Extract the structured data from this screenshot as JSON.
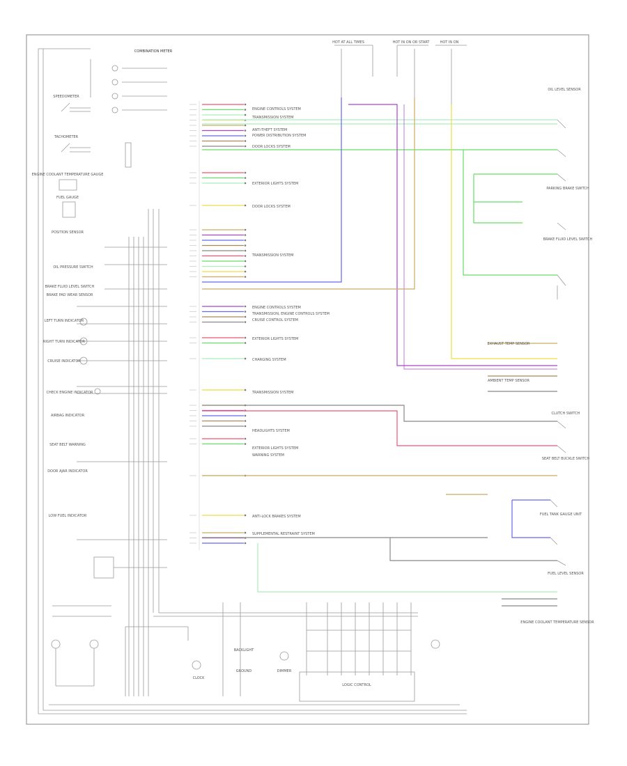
{
  "diagram": {
    "title": "",
    "header_label": "COMBINATION METER",
    "left_components": [
      "SPEEDOMETER",
      "TACHOMETER",
      "ENGINE COOLANT TEMPERATURE GAUGE",
      "FUEL GAUGE",
      "POSITION SENSOR",
      "OIL PRESSURE SWITCH",
      "BRAKE FLUID LEVEL SWITCH",
      "BRAKE PAD WEAR SENSOR",
      "LEFT TURN INDICATOR",
      "RIGHT TURN INDICATOR",
      "CRUISE INDICATOR",
      "CHECK ENGINE INDICATOR",
      "AIRBAG INDICATOR",
      "SEAT BELT WARNING",
      "DOOR AJAR INDICATOR",
      "LOW FUEL INDICATOR"
    ],
    "center_systems": [
      "ENGINE CONTROLS SYSTEM",
      "TRANSMISSION SYSTEM",
      "ANTI-THEFT SYSTEM",
      "POWER DISTRIBUTION SYSTEM",
      "DOOR LOCKS SYSTEM",
      "EXTERIOR LIGHTS SYSTEM",
      "DOOR LOCKS SYSTEM",
      "TRANSMISSION SYSTEM",
      "ENGINE CONTROLS SYSTEM",
      "TRANSMISSION, ENGINE CONTROLS SYSTEM",
      "CRUISE CONTROL SYSTEM",
      "EXTERIOR LIGHTS SYSTEM",
      "CHARGING SYSTEM",
      "TRANSMISSION SYSTEM",
      "HEADLIGHTS SYSTEM",
      "EXTERIOR LIGHTS SYSTEM",
      "WARNING SYSTEM",
      "ANTI-LOCK BRAKES SYSTEM",
      "SUPPLEMENTAL RESTRAINT SYSTEM"
    ],
    "top_power": [
      "HOT AT ALL TIMES",
      "HOT IN ON OR START",
      "HOT IN ON"
    ],
    "right_components": [
      "OIL LEVEL SENSOR",
      "PARKING BRAKE SWITCH",
      "BRAKE FLUID LEVEL SWITCH",
      "CLUTCH SWITCH",
      "SEAT BELT BUCKLE SWITCH",
      "FUEL LEVEL SENSOR",
      "EXHAUST TEMP SENSOR",
      "AMBIENT TEMP SENSOR",
      "FUEL TANK GAUGE UNIT",
      "ENGINE COOLANT TEMPERATURE SENSOR"
    ],
    "bottom_labels": [
      "LOGIC CONTROL",
      "BACKLIGHT",
      "GROUND",
      "CLOCK",
      "DIMMER"
    ],
    "footer_code": "",
    "colors": {
      "wire_green": "#66dd66",
      "wire_lightgreen": "#aaeebb",
      "wire_blue": "#6666ee",
      "wire_purple": "#aa44cc",
      "wire_pink": "#ee5577",
      "wire_tan": "#ccaa66",
      "wire_yellow": "#eedd44",
      "wire_brown": "#aa8855",
      "wire_black": "#888888"
    }
  }
}
